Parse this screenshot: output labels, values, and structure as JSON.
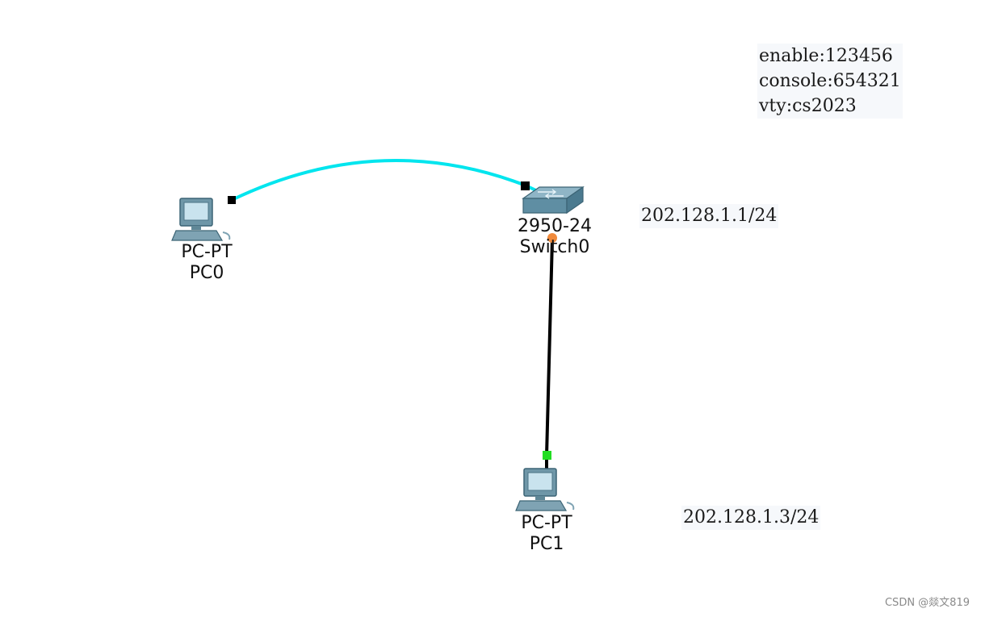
{
  "devices": {
    "pc0": {
      "model": "PC-PT",
      "name": "PC0"
    },
    "switch0": {
      "model": "2950-24",
      "name": "Switch0"
    },
    "pc1": {
      "model": "PC-PT",
      "name": "PC1"
    }
  },
  "links": [
    {
      "from": "pc0",
      "to": "switch0",
      "color": "#00e5ee",
      "endpoint_status": [
        "up",
        "up"
      ]
    },
    {
      "from": "switch0",
      "to": "pc1",
      "color": "#000000",
      "endpoint_status": [
        "pending",
        "up"
      ]
    }
  ],
  "status_colors": {
    "up": "#000000",
    "pending": "#f08a3c",
    "pc1_link_up": "#22dd22"
  },
  "notes": {
    "passwords": [
      "enable:123456",
      "console:654321",
      "vty:cs2023"
    ],
    "switch_ip": "202.128.1.1/24",
    "pc1_ip": "202.128.1.3/24"
  },
  "watermark": "CSDN @燚文819"
}
